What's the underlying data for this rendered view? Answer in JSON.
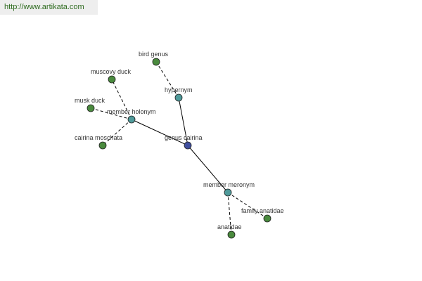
{
  "header": {
    "url": "http://www.artikata.com"
  },
  "colors": {
    "banner_bg": "#eeeeee",
    "url_text": "#2e6b1f",
    "center_node": "#3f4e9e",
    "relation_node": "#4f9a9a",
    "term_node": "#4a8a3e",
    "edge": "#000000",
    "label": "#333333"
  },
  "graph": {
    "nodes": [
      {
        "id": "genus-cairina",
        "label": "genus cairina",
        "kind": "center"
      },
      {
        "id": "hypernym",
        "label": "hypernym",
        "kind": "relation"
      },
      {
        "id": "member-holonym",
        "label": "member holonym",
        "kind": "relation"
      },
      {
        "id": "member-meronym",
        "label": "member meronym",
        "kind": "relation"
      },
      {
        "id": "bird-genus",
        "label": "bird genus",
        "kind": "term"
      },
      {
        "id": "muscovy-duck",
        "label": "muscovy duck",
        "kind": "term"
      },
      {
        "id": "musk-duck",
        "label": "musk duck",
        "kind": "term"
      },
      {
        "id": "cairina-moschata",
        "label": "cairina moschata",
        "kind": "term"
      },
      {
        "id": "family-anatidae",
        "label": "family anatidae",
        "kind": "term"
      },
      {
        "id": "anatidae",
        "label": "anatidae",
        "kind": "term"
      }
    ],
    "edges": [
      {
        "from": "genus-cairina",
        "to": "hypernym",
        "style": "solid"
      },
      {
        "from": "genus-cairina",
        "to": "member-holonym",
        "style": "solid"
      },
      {
        "from": "genus-cairina",
        "to": "member-meronym",
        "style": "solid"
      },
      {
        "from": "hypernym",
        "to": "bird-genus",
        "style": "dashed"
      },
      {
        "from": "member-holonym",
        "to": "muscovy-duck",
        "style": "dashed"
      },
      {
        "from": "member-holonym",
        "to": "musk-duck",
        "style": "dashed"
      },
      {
        "from": "member-holonym",
        "to": "cairina-moschata",
        "style": "dashed"
      },
      {
        "from": "member-meronym",
        "to": "family-anatidae",
        "style": "dashed"
      },
      {
        "from": "member-meronym",
        "to": "anatidae",
        "style": "dashed"
      }
    ]
  }
}
